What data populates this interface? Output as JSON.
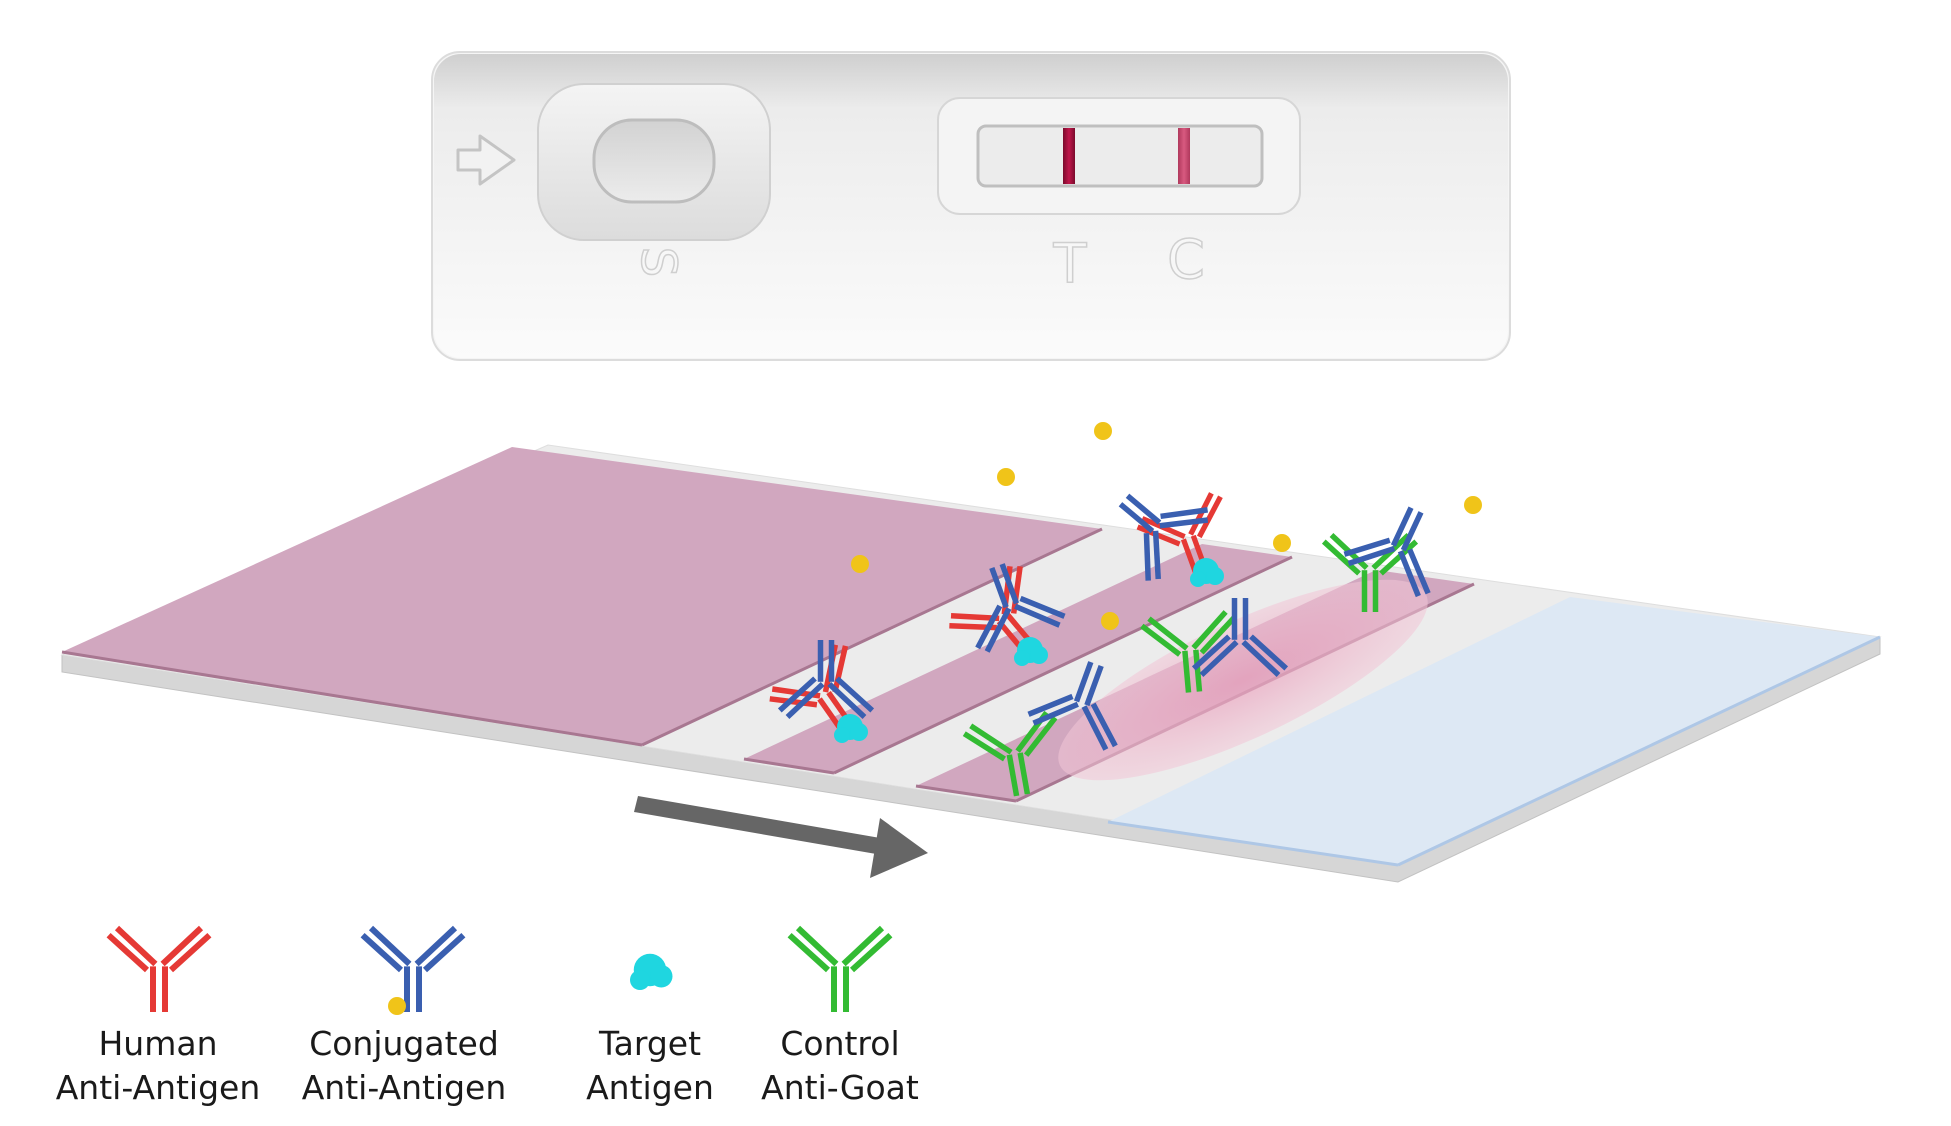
{
  "cassette": {
    "sample_port_label": "S",
    "test_line_label": "T",
    "control_line_label": "C"
  },
  "legend": [
    {
      "line1": "Human",
      "line2": "Anti-Antigen",
      "icon": "red-antibody-icon",
      "color": "#e53935"
    },
    {
      "line1": "Conjugated",
      "line2": "Anti-Antigen",
      "icon": "blue-conjugated-antibody-icon",
      "color": "#3a5fb0"
    },
    {
      "line1": "Target",
      "line2": "Antigen",
      "icon": "cyan-antigen-icon",
      "color": "#1fd6e0"
    },
    {
      "line1": "Control",
      "line2": "Anti-Goat",
      "icon": "green-antibody-icon",
      "color": "#33bb33"
    }
  ],
  "colors": {
    "pad_pink": "#d1a7bf",
    "absorbent_blue": "#dde8f4",
    "strip_base": "#d6d6d6",
    "test_line_red": "#b0123f",
    "conjugate_gold": "#f0c419"
  }
}
